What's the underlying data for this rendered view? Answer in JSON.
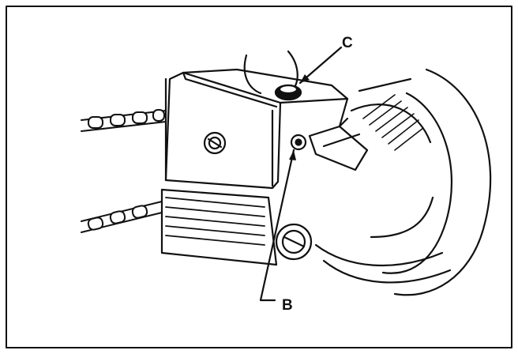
{
  "figure": {
    "callouts": [
      {
        "id": "C",
        "label": "C",
        "target": "oil-filler-cap"
      },
      {
        "id": "B",
        "label": "B",
        "target": "adjusting-screw"
      }
    ],
    "colors": {
      "ink": "#111111",
      "paper": "#ffffff"
    },
    "subject": "chainsaw-chain-tension-adjustment"
  }
}
